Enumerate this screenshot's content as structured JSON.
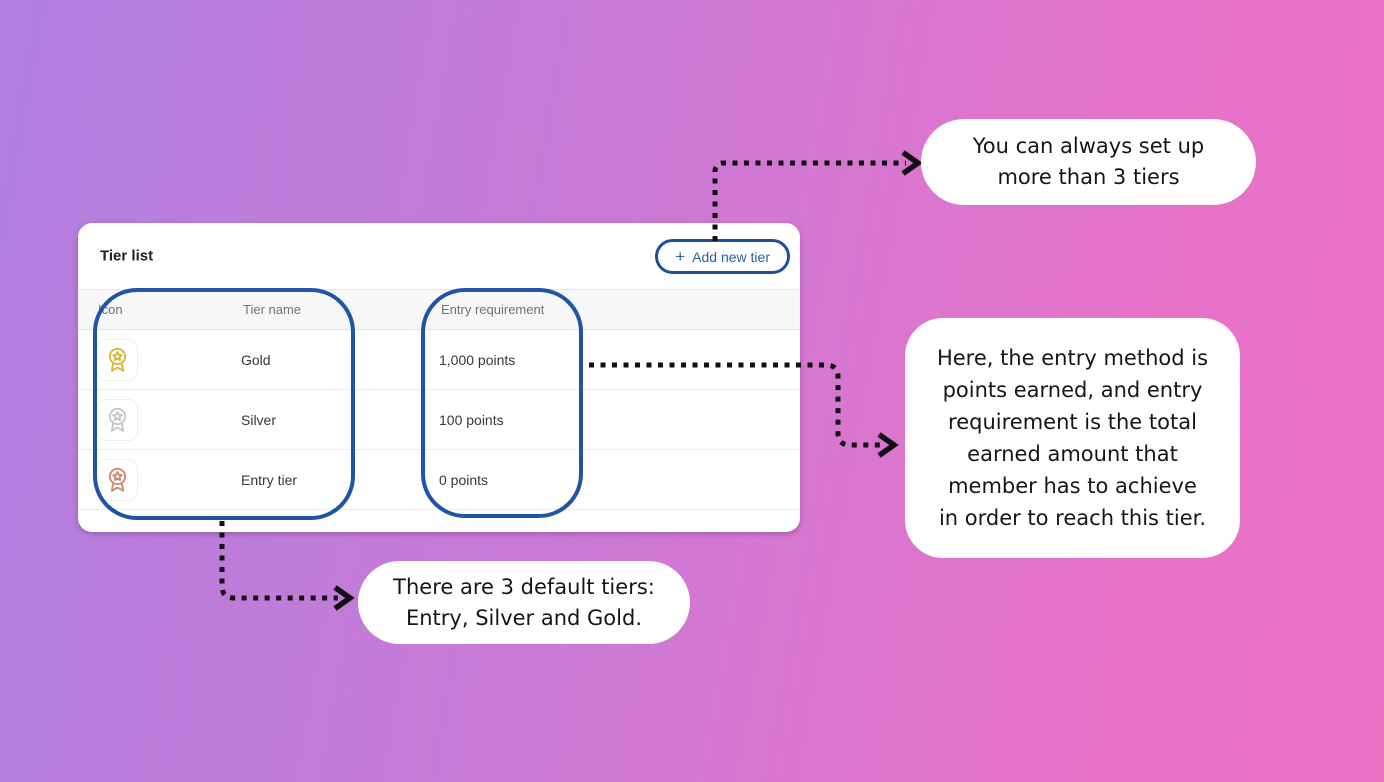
{
  "card": {
    "title": "Tier list",
    "add_new_tier_button": {
      "plus_icon": "+",
      "label": "Add new tier"
    },
    "table": {
      "columns": {
        "icon": "Icon",
        "tier_name": "Tier name",
        "entry_requirement": "Entry requirement"
      },
      "rows": [
        {
          "icon": "gold-medal-icon",
          "icon_color": "#d9b63f",
          "tier_name": "Gold",
          "entry_requirement": "1,000 points"
        },
        {
          "icon": "silver-medal-icon",
          "icon_color": "#c6c6ca",
          "tier_name": "Silver",
          "entry_requirement": "100 points"
        },
        {
          "icon": "bronze-medal-icon",
          "icon_color": "#c98d72",
          "tier_name": "Entry tier",
          "entry_requirement": "0 points"
        }
      ]
    }
  },
  "callouts": {
    "add_tier": {
      "text": "You can always set up\nmore than 3 tiers"
    },
    "entry_requirement": {
      "text": "Here, the entry method is\npoints earned, and entry\nrequirement is the total\nearned amount that\nmember has to achieve\nin order to reach this tier."
    },
    "default_tiers": {
      "text": "There are 3 default tiers:\nEntry, Silver and Gold."
    }
  },
  "colors": {
    "background_gradient_left": "#b17fdf",
    "background_gradient_right": "#ed70c5",
    "accent_blue": "#1e55a4",
    "button_border": "#1e4f9c",
    "button_text": "#2e5da9",
    "arrow": "#111111",
    "bubble_background": "#ffffff",
    "gold": "#d9b63f",
    "silver": "#c6c6ca",
    "bronze": "#c98d72"
  }
}
